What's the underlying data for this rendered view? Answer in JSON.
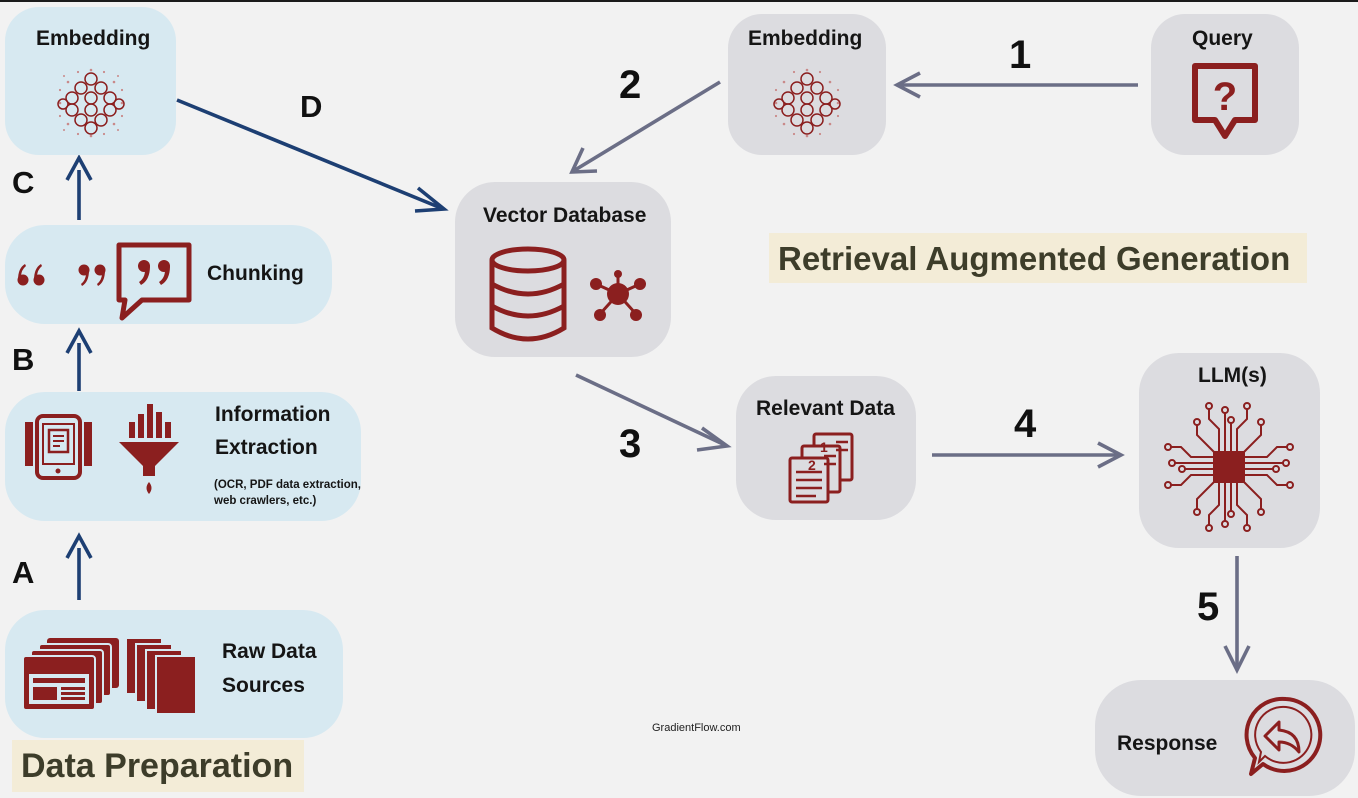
{
  "sections": {
    "prep_title": "Data Preparation",
    "rag_title": "Retrieval Augmented Generation"
  },
  "nodes": {
    "embedding_prep": "Embedding",
    "chunking": "Chunking",
    "info_extraction_line1": "Information",
    "info_extraction_line2": "Extraction",
    "info_extraction_note_line1": "(OCR, PDF data extraction,",
    "info_extraction_note_line2": "web crawlers, etc.)",
    "raw_data_line1": "Raw Data",
    "raw_data_line2": "Sources",
    "vector_db": "Vector Database",
    "embedding_query": "Embedding",
    "query": "Query",
    "relevant_data": "Relevant Data",
    "llm": "LLM(s)",
    "response": "Response"
  },
  "steps": {
    "prep": [
      "A",
      "B",
      "C",
      "D"
    ],
    "rag": [
      "1",
      "2",
      "3",
      "4",
      "5"
    ]
  },
  "credit": "GradientFlow.com",
  "colors": {
    "prep_box": "#d7e9f1",
    "rag_box": "#dcdce0",
    "icon": "#8b1f1f",
    "prep_arrow": "#1d3f73",
    "rag_arrow": "#6b6e86",
    "title_band": "#f3ecd7"
  }
}
